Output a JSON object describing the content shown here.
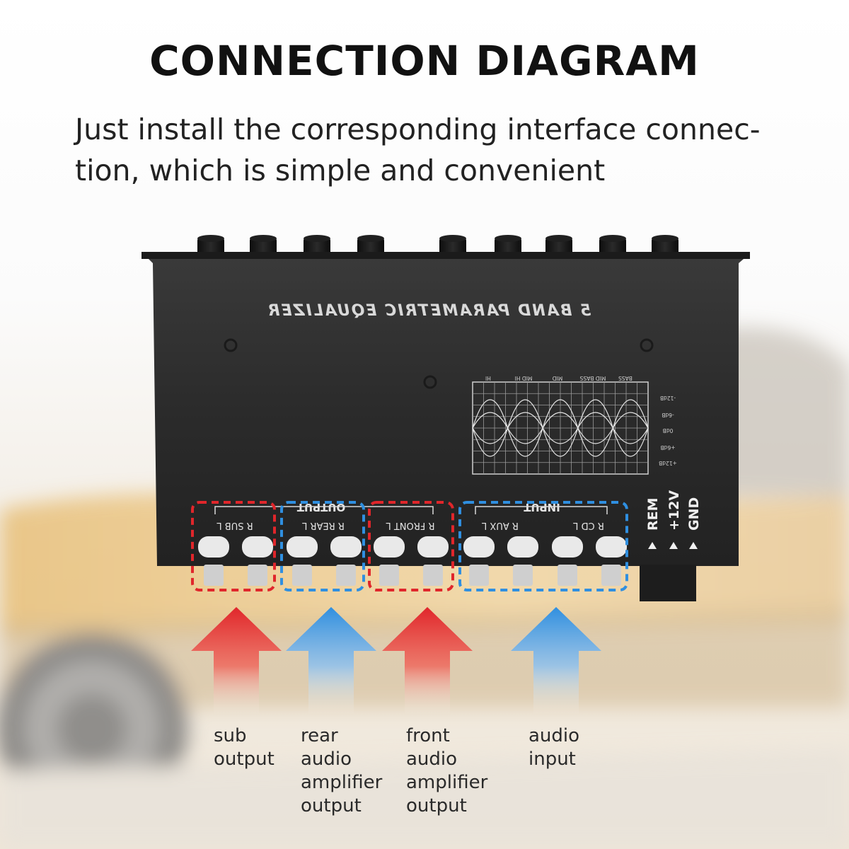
{
  "header": {
    "title": "CONNECTION DIAGRAM",
    "subtitle_lines": [
      "Just install the corresponding interface connec-",
      "tion, which is simple and convenient"
    ]
  },
  "device": {
    "brand_text": "5 BAND PARAMETRIC EQUALIZER",
    "eq_bands": [
      "BASS",
      "MID BASS",
      "MID",
      "MID HI",
      "HI"
    ],
    "eq_levels": [
      "-12dB",
      "-6dB",
      "0dB",
      "+6dB",
      "+12dB"
    ],
    "group_labels": {
      "output": "OUTPUT",
      "input": "INPUT"
    },
    "port_labels": [
      "R SUB L",
      "R REAR L",
      "R FRONT L",
      "R AUX L",
      "R CD L"
    ],
    "power_labels": [
      "REM",
      "+12V",
      "GND"
    ],
    "knob_count": 9
  },
  "callouts": {
    "colors": {
      "red": "#e0262b",
      "blue": "#2f8fe0"
    },
    "items": [
      {
        "id": "sub",
        "color": "red",
        "lines": [
          "sub",
          "output"
        ]
      },
      {
        "id": "rear",
        "color": "blue",
        "lines": [
          "rear",
          "audio",
          "amplifier",
          "output"
        ]
      },
      {
        "id": "front",
        "color": "red",
        "lines": [
          "front",
          "audio",
          "amplifier",
          "output"
        ]
      },
      {
        "id": "input",
        "color": "blue",
        "lines": [
          "audio",
          "input"
        ]
      }
    ]
  }
}
